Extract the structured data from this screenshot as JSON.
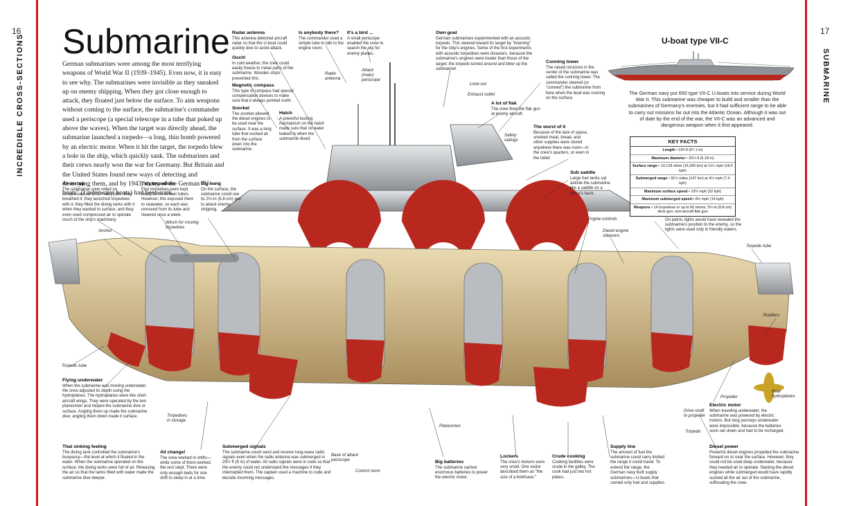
{
  "page": {
    "left_number": "16",
    "right_number": "17",
    "left_side": "INCREDIBLE CROSS-SECTIONS",
    "right_side": "SUBMARINE",
    "title": "Submarine",
    "intro": "German submarines were among the most terrifying weapons of World War II (1939–1945). Even now, it is easy to see why. The submarines were invisible as they sneaked up on enemy shipping. When they got close enough to attack, they floated just below the surface. To aim weapons without coming to the surface, the submarine's commander used a periscope (a special telescope in a tube that poked up above the waves). When the target was directly ahead, the submarine launched a torpedo—a long, thin bomb powered by an electric motor. When it hit the target, the torpedo blew a hole in the ship, which quickly sank. The submarines and their crews nearly won the war for Germany. But Britain and the United States found new ways of detecting and destroying them, and by 1943, many of the German \"U-boats\" (Underwater boats) had been sunk."
  },
  "uboat": {
    "title": "U-boat type VII-C",
    "description": "The German navy put 650 type VII-C U-boats into service during World War II. This submarine was cheaper to build and smaller than the submarines of Germany's enemies, but it had sufficient range to be able to carry out missions far out into the Atlantic Ocean. Although it was out of date by the end of the war, the VII-C was an advanced and dangerous weapon when it first appeared."
  },
  "key_facts": {
    "title": "KEY FACTS",
    "rows": [
      {
        "label": "Length",
        "value": "220 ft (67.1 m)"
      },
      {
        "label": "Maximum diameter",
        "value": "20½ ft (6.18 m)"
      },
      {
        "label": "Surface range",
        "value": "10,128 miles (16,300 km) at 11½ mph (18.5 kph)"
      },
      {
        "label": "Submerged range",
        "value": "91½ miles (147 km) at 4½ mph (7.4 kph)"
      },
      {
        "label": "Maximum surface speed",
        "value": "19¾ mph (32 kph)"
      },
      {
        "label": "Maximum submerged speed",
        "value": "8½ mph (14 kph)"
      },
      {
        "label": "Weapons",
        "value": "14 torpedoes or up to 60 mines; 3½-in (8.8-cm) deck gun; anti-aircraft flak gun"
      }
    ]
  },
  "captions": {
    "radar": {
      "title": "Radar antenna",
      "text": "This antenna detected aircraft radar so that the U-boat could quickly dive to avoid attack."
    },
    "ouch": {
      "title": "Ouch!",
      "text": "In cold weather, the crew could easily freeze to metal parts of the submarine. Wooden strips prevented this."
    },
    "compass": {
      "title": "Magnetic compass",
      "text": "This type of compass had special compensation devices to make sure that it always pointed north."
    },
    "snorkel": {
      "title": "Snorkel",
      "text": "The snorkel allowed the diesel engines to be used near the surface. It was a long tube that sucked air from the surface down into the submarine."
    },
    "hatch": {
      "title": "Hatch",
      "text": "A powerful locking mechanism on the hatch made sure that no water leaked in when the submarine dived."
    },
    "anybody": {
      "title": "Is anybody there?",
      "text": "The commander used a simple tube to talk to the engine room."
    },
    "bird": {
      "title": "It's a bird ...",
      "text": "A small periscope enabled the crew to search the sky for enemy planes."
    },
    "owngoal": {
      "title": "Own goal",
      "text": "German submarines experimented with an acoustic torpedo. This steered toward its target by \"listening\" for the ship's engines. Some of the first experiments with acoustic torpedoes were disasters, because the submarine's engines were louder than those of the target; the torpedo turned around and blew up the submarine!"
    },
    "tower": {
      "title": "Conning tower",
      "text": "The raised structure in the center of the submarine was called the conning tower. The commander steered (or \"conned\") the submarine from here when the boat was running on the surface."
    },
    "flak": {
      "title": "A lot of flak",
      "text": "The crew fired the flak gun at enemy aircraft."
    },
    "wurst": {
      "title": "The wurst of it",
      "text": "Because of the lack of space, smoked meat, bread, and other supplies were stored anywhere there was room—in the crew's quarters, or even in the toilet!"
    },
    "saddle": {
      "title": "Sub saddle",
      "text": "Large fuel tanks sat astride the submarine like a saddle on a horse's back."
    },
    "navlight": {
      "title": "Navigation light",
      "text": "On patrol, lights would have revealed the submarine's position to the enemy, so the lights were used only in friendly waters."
    },
    "airtap": {
      "title": "Air on tap",
      "text": "The submarine crew relied on compressed air to do many jobs: they breathed it; they launched torpedoes with it; they filled the diving tanks with it when they wanted to surface; and they even used compressed air to operate much of the ship's machinery."
    },
    "tidy": {
      "title": "Tidy torpedoes",
      "text": "Five torpedoes were kept ready to fire in their tubes. However, this exposed them to seawater, so each was removed from its tube and cleaned once a week."
    },
    "bigbang": {
      "title": "Big bang",
      "text": "On the surface, the submarine could use its 3½-in (8.8-cm) gun to attack enemy shipping."
    },
    "flying": {
      "title": "Flying underwater",
      "text": "When the submarine was moving underwater, the crew adjusted its depth using the hydroplanes. The hydroplanes were like short aircraft wings. They were operated by the two planesmen and helped the submarine dive or surface. Angling them up made the submarine dive; angling them down made it surface."
    },
    "sinking": {
      "title": "That sinking feeling",
      "text": "The diving tank controlled the submarine's buoyancy—the level at which it floated in the water. When the submarine operated on the surface, the diving tanks were full of air. Releasing the air so that the tanks filled with water made the submarine dive deeper."
    },
    "allchange": {
      "title": "All change!",
      "text": "The crew worked in shifts—while some of them worked, the rest slept. There were only enough beds for one shift to sleep in at a time."
    },
    "signals": {
      "title": "Submerged signals",
      "text": "The submarine could send and receive long-wave radio signals even when the radio antenna was submerged in 29½ ft (9 m) of water. All radio signals were in code so that the enemy could not understand the messages if they intercepted them. The captain used a machine to code and decode incoming messages."
    },
    "batteries": {
      "title": "Big batteries",
      "text": "The submarine carried enormous batteries to power the electric motor."
    },
    "lockers": {
      "title": "Lockers",
      "text": "The crew's lockers were very small. One visitor described them as \"the size of a briefcase.\""
    },
    "cooking": {
      "title": "Crude cooking",
      "text": "Cooking facilities were crude in the galley. The cook had just two hot plates."
    },
    "supply": {
      "title": "Supply line",
      "text": "The amount of fuel the submarine could carry limited the range it could travel. To extend the range, the German navy built supply submarines—U-boats that carried only fuel and supplies."
    },
    "motor": {
      "title": "Electric motor",
      "text": "When traveling underwater, the submarine was powered by electric motors. But long journeys underwater were impossible, because the batteries soon ran down and had to be recharged."
    },
    "diesel": {
      "title": "Diesel power",
      "text": "Powerful diesel engines propelled the submarine forward on or near the surface. However, they could not be used deep underwater, because they needed air to operate. Starting the diesel engines while submerged would have rapidly sucked all the air out of the submarine, suffocating the crew."
    }
  },
  "labels": {
    "radio": "Radio antenna",
    "attack": "Attack (main) periscope",
    "lookout": "Look-out",
    "exhaust": "Exhaust outlet",
    "safety": "Safety railings",
    "anchor": "Anchor",
    "winch": "Winch for moving torpedoes",
    "engine_controls": "Engine controls",
    "silencers": "Diesel engine silencers",
    "torpedo_tube_r": "Torpedo tube",
    "rudders": "Rudders",
    "torpedo_tube_l": "Torpedo tube",
    "torpedoes_storage": "Torpedoes in storage",
    "planesmen": "Planesmen",
    "base_periscope": "Base of attack periscope",
    "control_room": "Control room",
    "drive_shaft": "Drive shaft to propeller",
    "torpedo": "Torpedo",
    "propeller": "Propeller",
    "rear_hydroplanes": "Rear hydroplanes"
  },
  "colors": {
    "accent_red": "#c8151b",
    "hull_red": "#b8281f",
    "hull_grey": "#b9bcc0",
    "interior": "#d9c49a"
  }
}
